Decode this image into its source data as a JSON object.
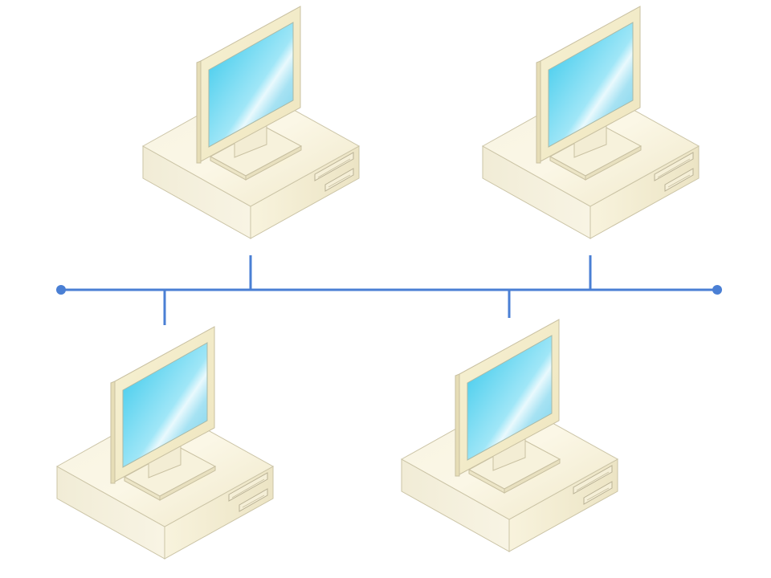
{
  "diagram": {
    "type": "bus-network-topology",
    "bus_color": "#4a7fd4",
    "case_color": "#f6f1dc",
    "case_outline": "#c9c2a3",
    "screen_color": "#4fd0ee",
    "bezel_color": "#f3ecc8",
    "nodes": [
      {
        "name": "computer-top-left",
        "icon": "desktop-computer-icon",
        "connects_from": "above"
      },
      {
        "name": "computer-top-right",
        "icon": "desktop-computer-icon",
        "connects_from": "above"
      },
      {
        "name": "computer-bottom-left",
        "icon": "desktop-computer-icon",
        "connects_from": "below"
      },
      {
        "name": "computer-bottom-right",
        "icon": "desktop-computer-icon",
        "connects_from": "below"
      }
    ]
  }
}
